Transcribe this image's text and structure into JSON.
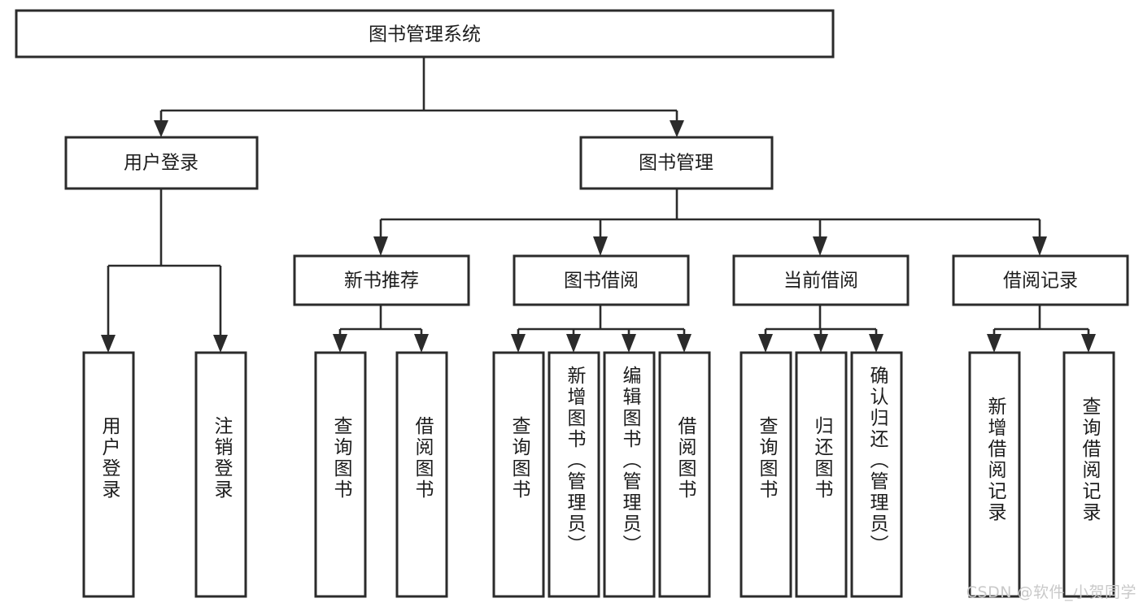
{
  "diagram": {
    "title": "图书管理系统",
    "type": "tree",
    "watermark": "CSDN @软件_小贺同学",
    "levels": {
      "root": {
        "label": "图书管理系统"
      },
      "level1": [
        {
          "label": "用户登录"
        },
        {
          "label": "图书管理"
        }
      ],
      "level2": [
        {
          "label": "新书推荐"
        },
        {
          "label": "图书借阅"
        },
        {
          "label": "当前借阅"
        },
        {
          "label": "借阅记录"
        }
      ],
      "leaves": {
        "user_login": [
          {
            "label": "用户登录"
          },
          {
            "label": "注销登录"
          }
        ],
        "new_book_recommend": [
          {
            "label": "查询图书"
          },
          {
            "label": "借阅图书"
          }
        ],
        "book_borrow": [
          {
            "label": "查询图书"
          },
          {
            "label": "新增图书（管理员）"
          },
          {
            "label": "编辑图书（管理员）"
          },
          {
            "label": "借阅图书"
          }
        ],
        "current_borrow": [
          {
            "label": "查询图书"
          },
          {
            "label": "归还图书"
          },
          {
            "label": "确认归还（管理员）"
          }
        ],
        "borrow_record": [
          {
            "label": "新增借阅记录"
          },
          {
            "label": "查询借阅记录"
          }
        ]
      }
    },
    "colors": {
      "box_border": "#2b2b2b",
      "box_fill": "#ffffff",
      "connector": "#2b2b2b",
      "text": "#1c1c1c",
      "watermark": "#c9c9c9",
      "background": "#ffffff"
    }
  }
}
